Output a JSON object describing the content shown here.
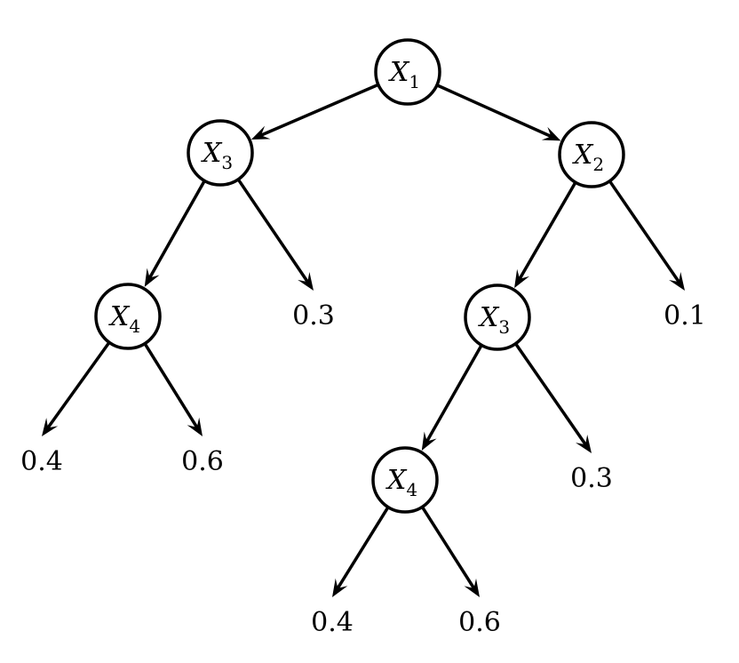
{
  "nodes": {
    "root": {
      "var": "X",
      "sub": "1"
    },
    "l": {
      "var": "X",
      "sub": "3"
    },
    "r": {
      "var": "X",
      "sub": "2"
    },
    "ll": {
      "var": "X",
      "sub": "4"
    },
    "rl": {
      "var": "X",
      "sub": "3"
    },
    "rll": {
      "var": "X",
      "sub": "4"
    }
  },
  "leaves": {
    "lll": "0.4",
    "llr": "0.6",
    "lr": "0.3",
    "rr": "0.1",
    "rlr": "0.3",
    "rlll": "0.4",
    "rllr": "0.6"
  }
}
